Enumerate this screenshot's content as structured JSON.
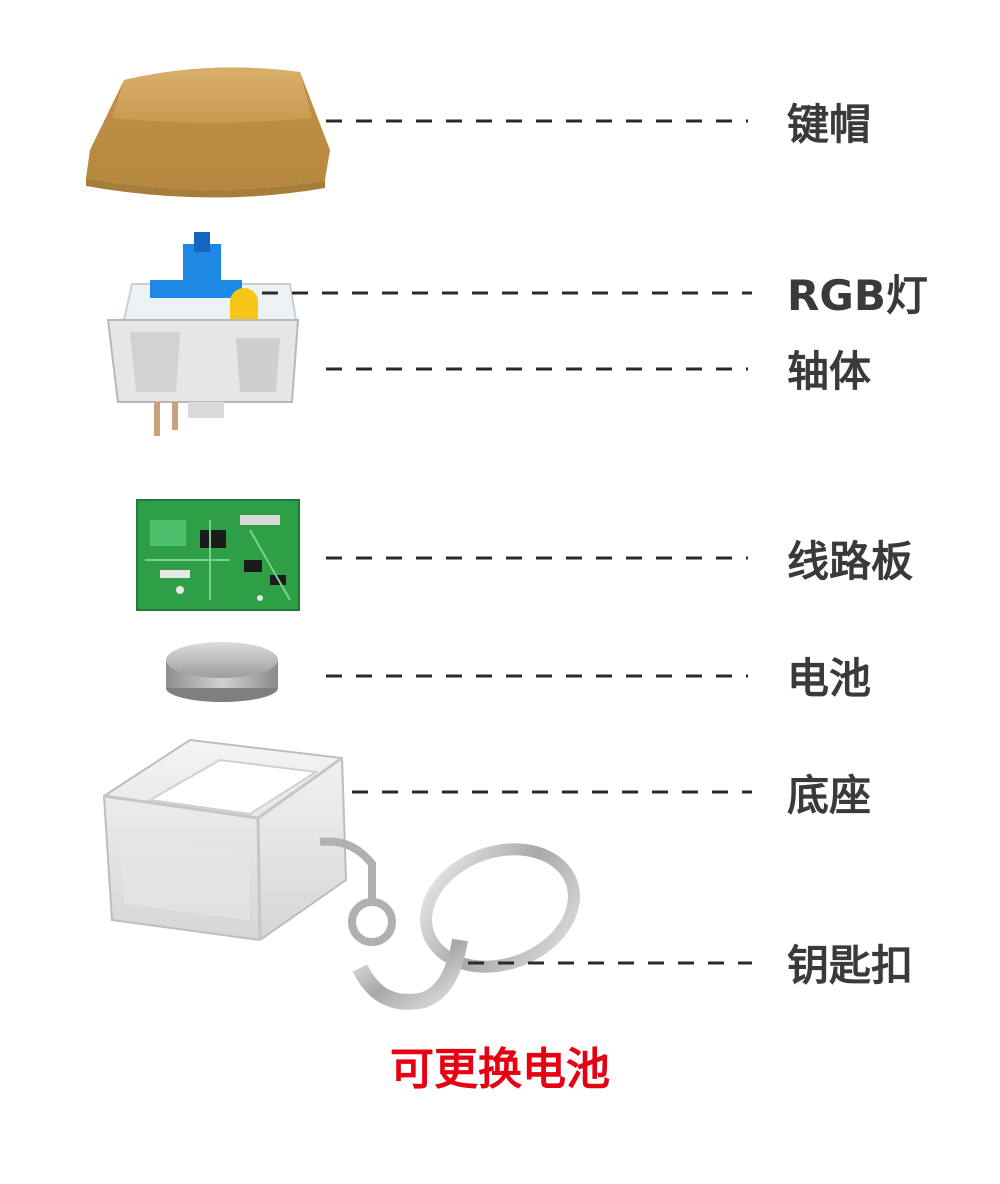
{
  "labels": {
    "keycap": "键帽",
    "rgb_light": "RGB灯",
    "switch_body": "轴体",
    "circuit_board": "线路板",
    "battery": "电池",
    "base": "底座",
    "keychain": "钥匙扣"
  },
  "footer": {
    "text": "可更换电池",
    "color": "#e60012"
  },
  "colors": {
    "keycap": "#c89d55",
    "stem": "#1e88e5",
    "led": "#f5c518",
    "pcb": "#2e9e47",
    "battery": "#b9b9b9",
    "label_text": "#3a3a3a"
  }
}
